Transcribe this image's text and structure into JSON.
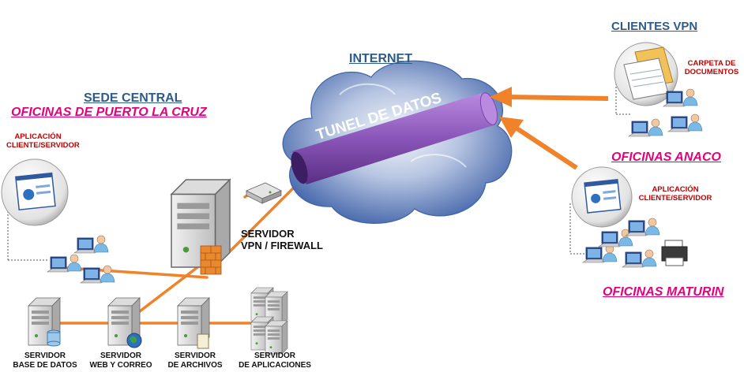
{
  "labels": {
    "internet": "INTERNET",
    "tunnel": "TUNEL DE DATOS",
    "sede_central": "SEDE CENTRAL",
    "oficinas_puerto": "OFICINAS DE PUERTO LA CRUZ",
    "app_left_1": "APLICACIÓN",
    "app_left_2": "CLIENTE/SERVIDOR",
    "vpn_1": "SERVIDOR",
    "vpn_2": "VPN / FIREWALL",
    "db_1": "SERVIDOR",
    "db_2": "BASE DE DATOS",
    "web_1": "SERVIDOR",
    "web_2": "WEB Y CORREO",
    "files_1": "SERVIDOR",
    "files_2": "DE ARCHIVOS",
    "apps_1": "SERVIDOR",
    "apps_2": "DE APLICACIONES",
    "clientes_vpn": "CLIENTES VPN",
    "carpeta_1": "CARPETA DE",
    "carpeta_2": "DOCUMENTOS",
    "oficinas_anaco": "OFICINAS ANACO",
    "app_right_1": "APLICACIÓN",
    "app_right_2": "CLIENTE/SERVIDOR",
    "oficinas_maturin": "OFICINAS MATURIN"
  },
  "colors": {
    "link": "#f0822a",
    "tunnel": "#8a55b8",
    "cloud": "#5a7fc0",
    "heading_blue": "#2e5c8a",
    "heading_pink": "#e5007e",
    "note_red": "#c00000"
  }
}
